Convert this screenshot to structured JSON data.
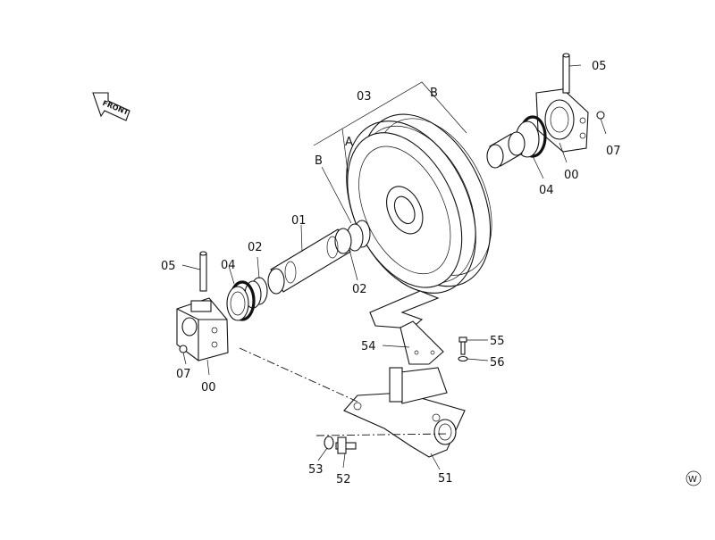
{
  "diagram": {
    "front_label": "FRONT",
    "corner_mark": "W",
    "group_labels": {
      "assembly": "03",
      "a": "A",
      "b_left": "B",
      "b_right": "B"
    },
    "parts": [
      {
        "id": "01",
        "name": "shaft"
      },
      {
        "id": "02",
        "name": "collar-left"
      },
      {
        "id": "02",
        "name": "collar-right"
      },
      {
        "id": "03",
        "name": "idler-assembly"
      },
      {
        "id": "04",
        "name": "floating-seal-left"
      },
      {
        "id": "04",
        "name": "floating-seal-right"
      },
      {
        "id": "05",
        "name": "pin-left"
      },
      {
        "id": "05",
        "name": "pin-right"
      },
      {
        "id": "07",
        "name": "plug-left"
      },
      {
        "id": "07",
        "name": "plug-right"
      },
      {
        "id": "00",
        "name": "bracket-left"
      },
      {
        "id": "00",
        "name": "bracket-right"
      },
      {
        "id": "51",
        "name": "yoke"
      },
      {
        "id": "52",
        "name": "bolt"
      },
      {
        "id": "53",
        "name": "washer"
      },
      {
        "id": "54",
        "name": "plate"
      },
      {
        "id": "55",
        "name": "bolt-small"
      },
      {
        "id": "56",
        "name": "washer-small"
      }
    ]
  }
}
